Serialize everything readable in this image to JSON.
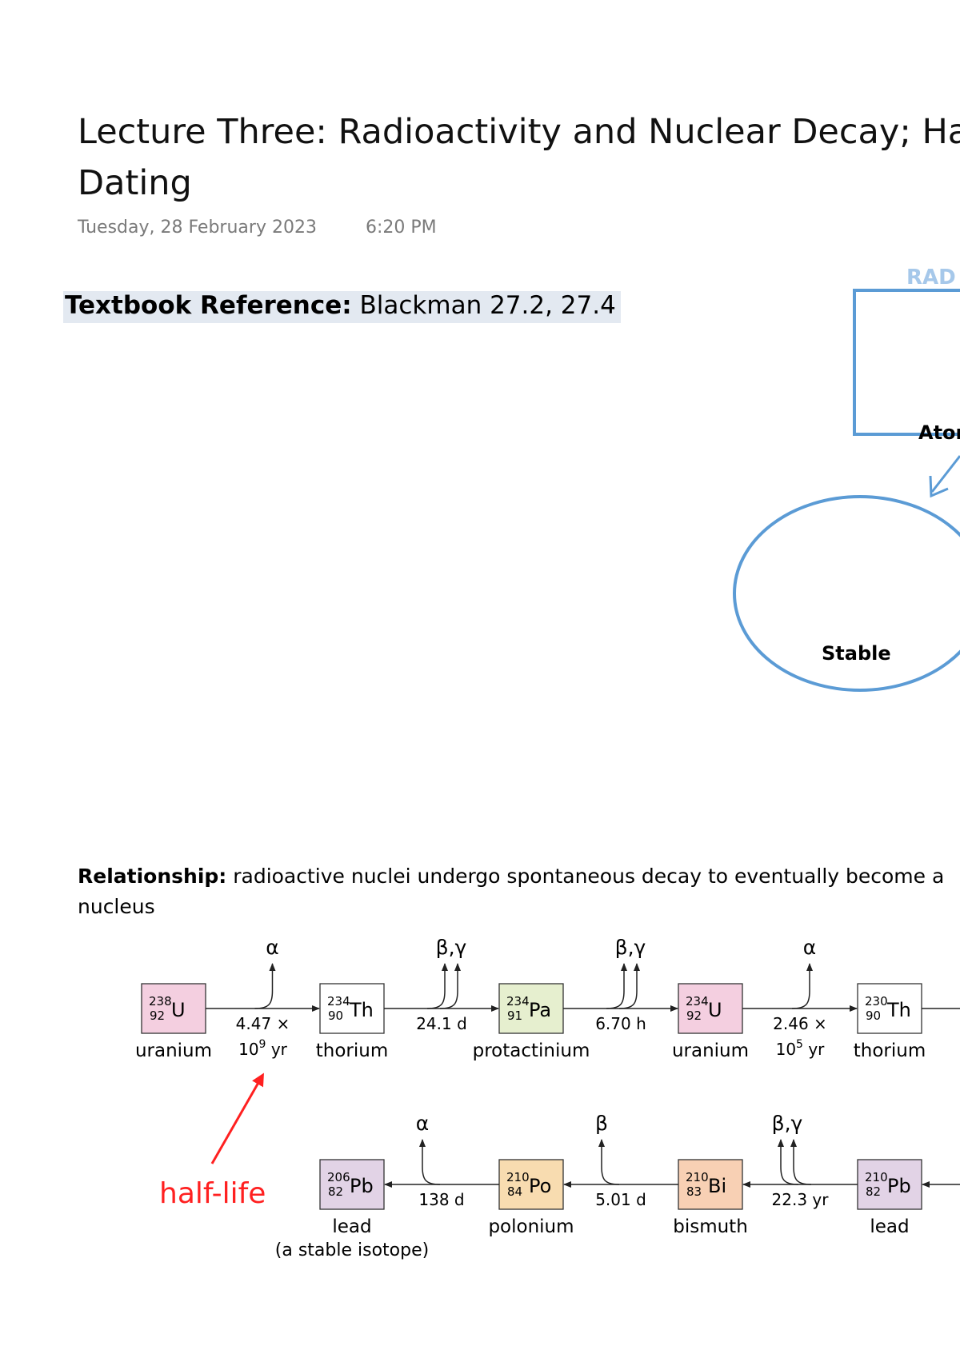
{
  "page": {
    "title_line1": "Lecture Three: Radioactivity and Nuclear Decay; Ha",
    "title_line2": "Dating",
    "date": "Tuesday, 28 February 2023",
    "time": "6:20 PM"
  },
  "textbook": {
    "label": "Textbook Reference:",
    "value": " Blackman 27.2, 27.4"
  },
  "concept_map": {
    "header": "RAD",
    "box_label": "Ator",
    "circle_label": "Stable",
    "accent_color": "#5b9bd5"
  },
  "relationship": {
    "label": "Relationship:",
    "text_line1": " radioactive nuclei undergo spontaneous decay to eventually become a",
    "text_line2": "nucleus"
  },
  "decay_chain": {
    "row1": [
      {
        "mass": "238",
        "atomic": "92",
        "symbol": "U",
        "name": "uranium",
        "color": "#f4cfe0"
      },
      {
        "mass": "234",
        "atomic": "90",
        "symbol": "Th",
        "name": "thorium",
        "color": "#ffffff"
      },
      {
        "mass": "234",
        "atomic": "91",
        "symbol": "Pa",
        "name": "protactinium",
        "color": "#e6efcf"
      },
      {
        "mass": "234",
        "atomic": "92",
        "symbol": "U",
        "name": "uranium",
        "color": "#f4cfe0"
      },
      {
        "mass": "230",
        "atomic": "90",
        "symbol": "Th",
        "name": "thorium",
        "color": "#ffffff"
      }
    ],
    "row1_steps": [
      {
        "emission": "α",
        "halflife_a": "4.47 ×",
        "halflife_b": "10",
        "halflife_exp": "9",
        "halflife_unit": " yr"
      },
      {
        "emission": "β,γ",
        "halflife_a": "24.1 d"
      },
      {
        "emission": "β,γ",
        "halflife_a": "6.70 h"
      },
      {
        "emission": "α",
        "halflife_a": "2.46 ×",
        "halflife_b": "10",
        "halflife_exp": "5",
        "halflife_unit": " yr"
      }
    ],
    "row2": [
      {
        "mass": "206",
        "atomic": "82",
        "symbol": "Pb",
        "name": "lead",
        "note": "(a stable isotope)",
        "color": "#e2d3e6"
      },
      {
        "mass": "210",
        "atomic": "84",
        "symbol": "Po",
        "name": "polonium",
        "color": "#f8dcb0"
      },
      {
        "mass": "210",
        "atomic": "83",
        "symbol": "Bi",
        "name": "bismuth",
        "color": "#f8d0b4"
      },
      {
        "mass": "210",
        "atomic": "82",
        "symbol": "Pb",
        "name": "lead",
        "color": "#e2d3e6"
      }
    ],
    "row2_steps": [
      {
        "emission": "α",
        "halflife_a": "138 d"
      },
      {
        "emission": "β",
        "halflife_a": "5.01 d"
      },
      {
        "emission": "β,γ",
        "halflife_a": "22.3 yr"
      }
    ],
    "annotation": {
      "text": "half-life",
      "color": "#ff2020"
    }
  }
}
